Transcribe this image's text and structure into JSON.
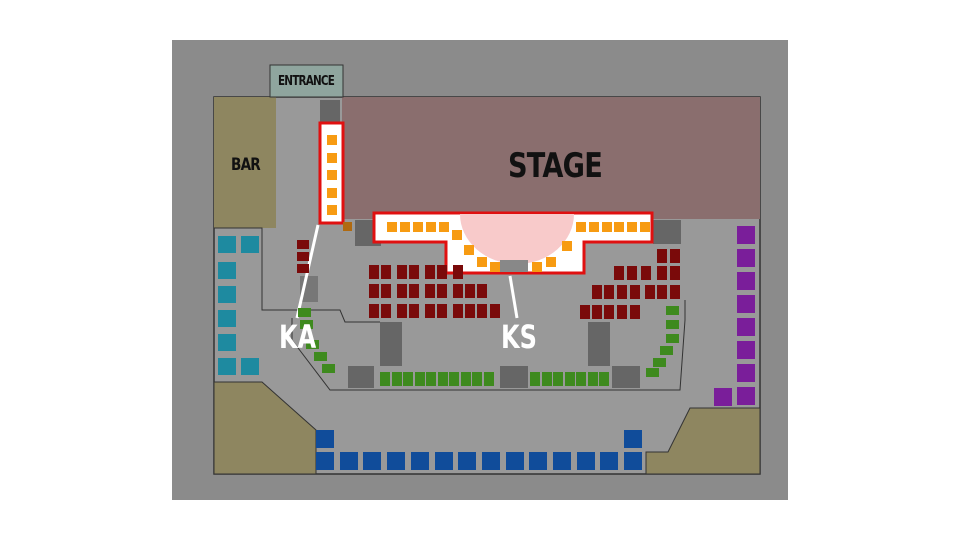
{
  "map": {
    "labels": {
      "entrance": "ENTRANCE",
      "bar": "BAR",
      "stage": "STAGE"
    },
    "callouts": {
      "ka": "KA",
      "ks": "KS"
    },
    "colors": {
      "background": "#8b8b8b",
      "floor": "#999999",
      "stage": "#8a6e6e",
      "bar": "#8e8660",
      "entrance": "#8fa59e",
      "highlight": "#e01010",
      "selected_seat": "#f79b12",
      "red_seat": "#7a0a0a",
      "green_seat": "#3e8a1e",
      "teal_seat": "#1e8aa0",
      "purple_seat": "#7a1e9a",
      "blue_seat": "#104c9a",
      "pink_area": "#f8caca"
    },
    "sections": [
      {
        "name": "KA",
        "status": "highlighted"
      },
      {
        "name": "KS",
        "status": "highlighted"
      }
    ]
  }
}
